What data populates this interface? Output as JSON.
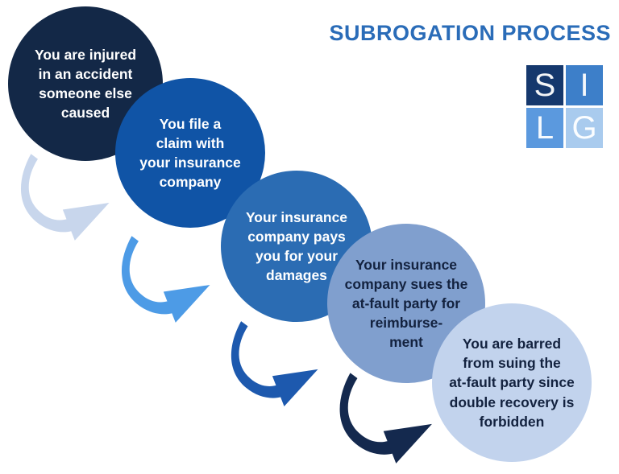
{
  "title": "SUBROGATION PROCESS",
  "colors": {
    "background": "#ffffff",
    "title": "#2a6cb8"
  },
  "logo": {
    "squares": [
      {
        "letter": "S",
        "bg": "#15386d"
      },
      {
        "letter": "I",
        "bg": "#3d7fc9"
      },
      {
        "letter": "L",
        "bg": "#5b99de"
      },
      {
        "letter": "G",
        "bg": "#a9cbee"
      }
    ]
  },
  "steps": [
    {
      "id": 1,
      "lines": [
        "You are injured",
        "in an accident",
        "someone else",
        "caused"
      ],
      "bg": "#132847",
      "text_color": "#ffffff"
    },
    {
      "id": 2,
      "lines": [
        "You file a",
        "claim with",
        "your insurance",
        "company"
      ],
      "bg": "#1054a6",
      "text_color": "#ffffff"
    },
    {
      "id": 3,
      "lines": [
        "Your insurance",
        "company pays",
        "you for your",
        "damages"
      ],
      "bg": "#2b6cb3",
      "text_color": "#ffffff"
    },
    {
      "id": 4,
      "lines": [
        "Your insurance",
        "company sues the",
        "at-fault party for",
        "reimburse-",
        "ment"
      ],
      "bg": "#809fce",
      "text_color": "#13223f"
    },
    {
      "id": 5,
      "lines": [
        "You are barred",
        "from suing the",
        "at-fault party since",
        "double recovery is",
        "forbidden"
      ],
      "bg": "#c2d3ed",
      "text_color": "#13223f"
    }
  ],
  "arrows": [
    {
      "name": "arrow-1",
      "color": "#c8d6ec"
    },
    {
      "name": "arrow-2",
      "color": "#4d9be6"
    },
    {
      "name": "arrow-3",
      "color": "#1d59ae"
    },
    {
      "name": "arrow-4",
      "color": "#14294e"
    }
  ]
}
